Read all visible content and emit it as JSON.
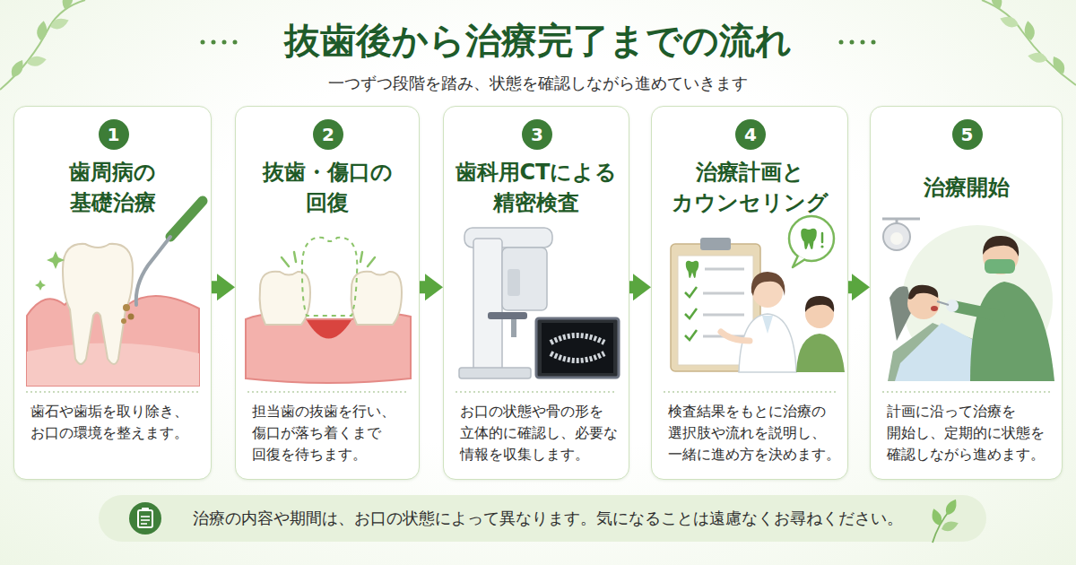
{
  "diagram": {
    "title": "抜歯後から治療完了までの流れ",
    "caption": "一つずつ段階を踏み、状態を確認しながら進めていきます",
    "nodes": [
      {
        "text": [
          "歯周病の 基礎治療",
          "歯石や歯垢を取り除き、 お口の環境を整えます。"
        ]
      },
      {
        "text": [
          "1"
        ],
        "in": 0
      },
      {
        "text": [
          "抜歯・傷口の 回復",
          "担当歯の抜歯を行い、 傷口が落ち着くまで 回復を待ちます。"
        ]
      },
      {
        "text": [
          "2"
        ],
        "in": 2
      },
      {
        "text": [
          "歯科用CTによる 精密検査",
          "お口の状態や骨の形を 立体的に確認し、必要な 情報を収集します。"
        ]
      },
      {
        "text": [
          "3"
        ],
        "in": 4
      },
      {
        "text": [
          "治療計画と カウンセリング",
          "検査結果をもとに治療の 選択肢や流れを説明し、 一緒に進め方を決めます。"
        ]
      },
      {
        "text": [
          "4"
        ],
        "in": 6
      },
      {
        "text": [
          "治療開始",
          "計画に沿って治療を 開始し、定期的に状態を 確認しながら進めます。"
        ]
      },
      {
        "text": [
          "5"
        ],
        "in": 8
      },
      {
        "text": [
          "治療の内容や期間は、お口の状態によって異なります。気になることは遠慮なくお尋ねください。"
        ]
      }
    ],
    "edges": [
      {
        "from": 0,
        "to": 2,
        "arrow": "to"
      },
      {
        "from": 2,
        "to": 4,
        "arrow": "to"
      },
      {
        "from": 4,
        "to": 6,
        "arrow": "to"
      },
      {
        "from": 6,
        "to": 8,
        "arrow": "to"
      }
    ]
  }
}
